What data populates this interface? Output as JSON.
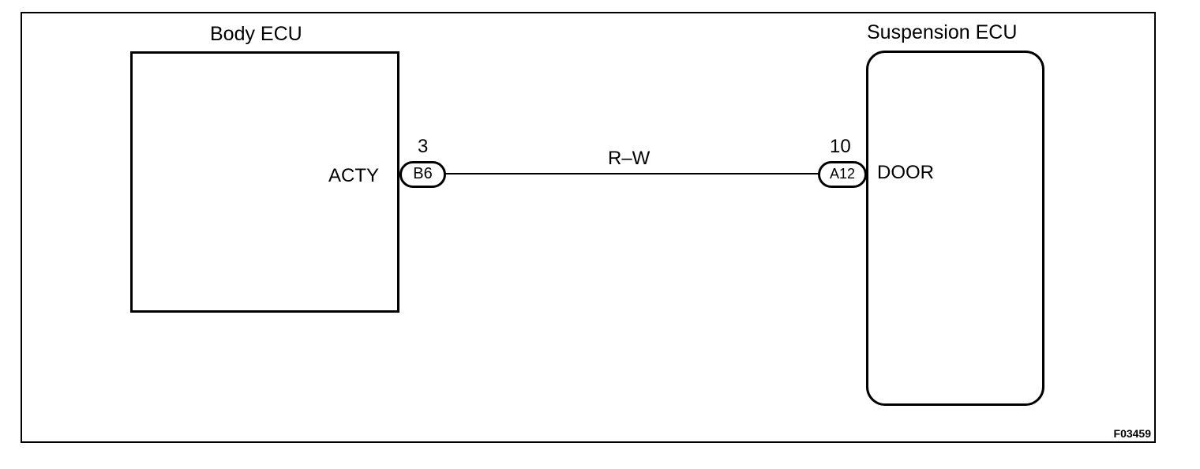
{
  "body_ecu": {
    "title": "Body ECU",
    "terminal_label": "ACTY",
    "connector": "B6",
    "pin": "3"
  },
  "suspension_ecu": {
    "title": "Suspension ECU",
    "terminal_label": "DOOR",
    "connector": "A12",
    "pin": "10"
  },
  "wire": {
    "color_code": "R–W"
  },
  "figure_code": "F03459"
}
